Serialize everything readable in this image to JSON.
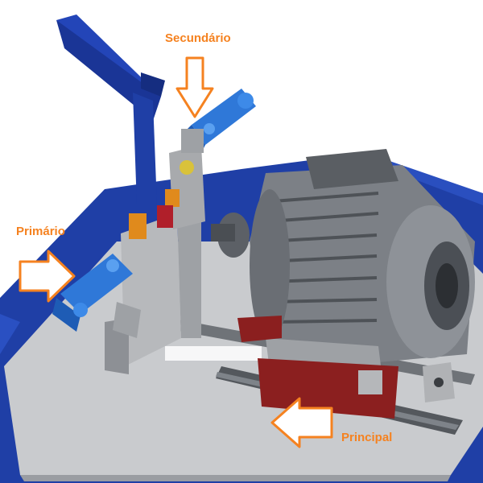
{
  "labels": {
    "secundario": "Secundário",
    "primario": "Primário",
    "principal": "Principal"
  },
  "colors": {
    "label": "#f58220",
    "arrow_stroke": "#f58220",
    "arrow_fill": "#ffffff",
    "frame_blue": "#1f3fa6",
    "cylinder_blue": "#2f78d8",
    "motor_grey": "#8c9096",
    "plate_grey": "#c9cbce",
    "bracket_red": "#8b1f1f",
    "block_orange": "#e08a1c"
  },
  "icons": {
    "arrow_secundario": "arrow-down-outline",
    "arrow_primario": "arrow-right-outline",
    "arrow_principal": "arrow-left-outline"
  }
}
